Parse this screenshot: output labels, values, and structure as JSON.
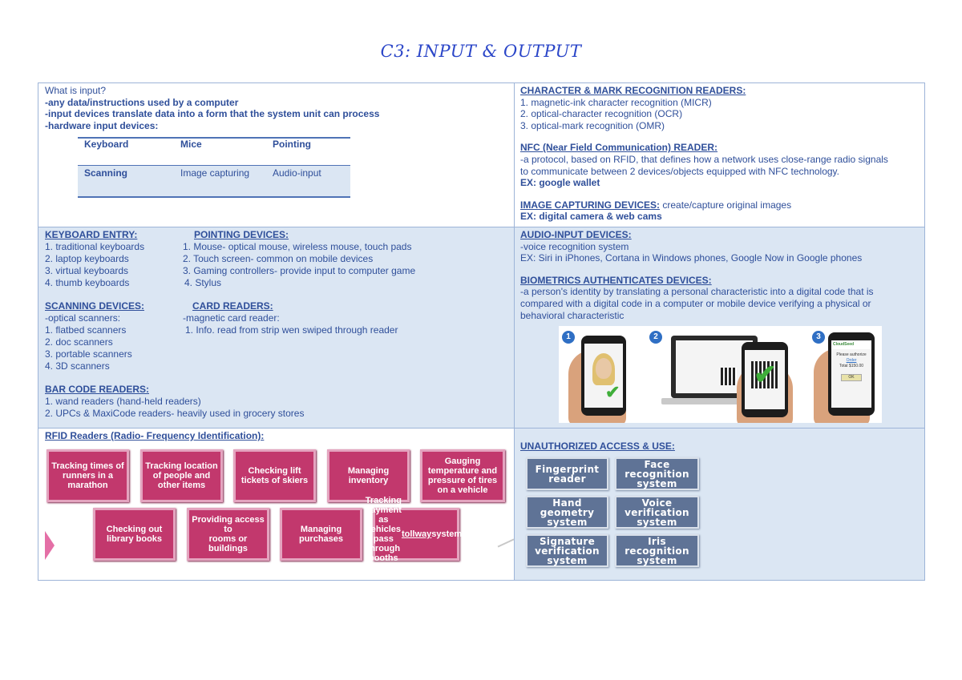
{
  "title": "C3: INPUT & OUTPUT",
  "cell1": {
    "lines": [
      "What is input?",
      "-any data/instructions used by a computer",
      "-input devices translate data into a form that the system unit can process",
      "-hardware input devices:"
    ],
    "table": {
      "row1": [
        "Keyboard",
        "Mice",
        "Pointing"
      ],
      "row2": [
        "Scanning",
        "Image capturing",
        "Audio-input"
      ]
    }
  },
  "cell2": {
    "char_heading": "CHARACTER & MARK RECOGNITION READERS:",
    "char_lines": [
      "1. magnetic-ink character recognition (MICR)",
      "2. optical-character recognition (OCR)",
      "3. optical-mark recognition (OMR)"
    ],
    "nfc_heading": "NFC (Near Field Communication) READER:",
    "nfc_lines": [
      "-a protocol, based on RFID, that defines how a network uses close-range radio signals",
      "to communicate between 2 devices/objects equipped with NFC technology."
    ],
    "nfc_example": "EX: google wallet",
    "image_heading": "IMAGE CAPTURING DEVICES:",
    "image_text": " create/capture original images",
    "image_example": "EX: digital camera & web cams"
  },
  "cell3": {
    "keyboard_heading": "KEYBOARD ENTRY:",
    "keyboard_items": [
      "1. traditional keyboards",
      "2. laptop keyboards",
      "3. virtual keyboards",
      "4. thumb keyboards"
    ],
    "pointing_heading": "POINTING DEVICES:",
    "pointing_items": [
      "1. Mouse- optical mouse, wireless mouse, touch pads",
      "2. Touch screen- common on mobile devices",
      "3. Gaming controllers- provide input to computer game",
      "4. Stylus"
    ],
    "scanning_heading": "SCANNING DEVICES:",
    "scanning_items": [
      "-optical scanners:",
      "1. flatbed scanners",
      "2. doc scanners",
      "3. portable scanners",
      "4. 3D scanners"
    ],
    "card_heading": "CARD READERS:",
    "card_items": [
      "-magnetic card reader:",
      "1. Info. read from strip wen swiped through reader"
    ],
    "barcode_heading": "BAR CODE READERS:",
    "barcode_items": [
      "1. wand readers (hand-held readers)",
      "2. UPCs & MaxiCode readers- heavily used in grocery stores"
    ]
  },
  "cell4": {
    "audio_heading": "AUDIO-INPUT DEVICES:",
    "audio_lines": [
      "-voice recognition system",
      "EX: Siri in iPhones, Cortana in Windows phones, Google Now in Google phones"
    ],
    "bio_heading": "BIOMETRICS AUTHENTICATES DEVICES:",
    "bio_lines": [
      "-a person's identity by translating a personal characteristic into a digital code that is",
      "compared with a digital code in a computer or mobile device verifying a physical or",
      "behavioral characteristic"
    ],
    "image_steps": [
      "1",
      "2",
      "3"
    ],
    "brand": "CloudSeed",
    "authorize_text": "Please authorize",
    "order_label": "Order",
    "total_label": "Total",
    "total_value": "$150.00",
    "ok_label": "OK"
  },
  "cell5": {
    "heading": "RFID Readers (Radio- Frequency Identification):",
    "tiles_row1": [
      "Tracking times of\nrunners in a\nmarathon",
      "Tracking location\nof people and\nother items",
      "Checking lift\ntickets of skiers",
      "Managing\ninventory",
      "Gauging\ntemperature and\npressure of tires\non a vehicle"
    ],
    "tiles_row2": [
      "Checking out\nlibrary books",
      "Providing access to\nrooms or buildings",
      "Managing\npurchases",
      "Tracking payment\nas vehicles pass\nthrough booths on\ntollway systems"
    ]
  },
  "cell6": {
    "heading": "UNAUTHORIZED ACCESS & USE:",
    "tiles": [
      "Fingerprint\nreader",
      "Face\nrecognition\nsystem",
      "Hand\ngeometry\nsystem",
      "Voice\nverification\nsystem",
      "Signature\nverification\nsystem",
      "Iris\nrecognition\nsystem"
    ]
  }
}
